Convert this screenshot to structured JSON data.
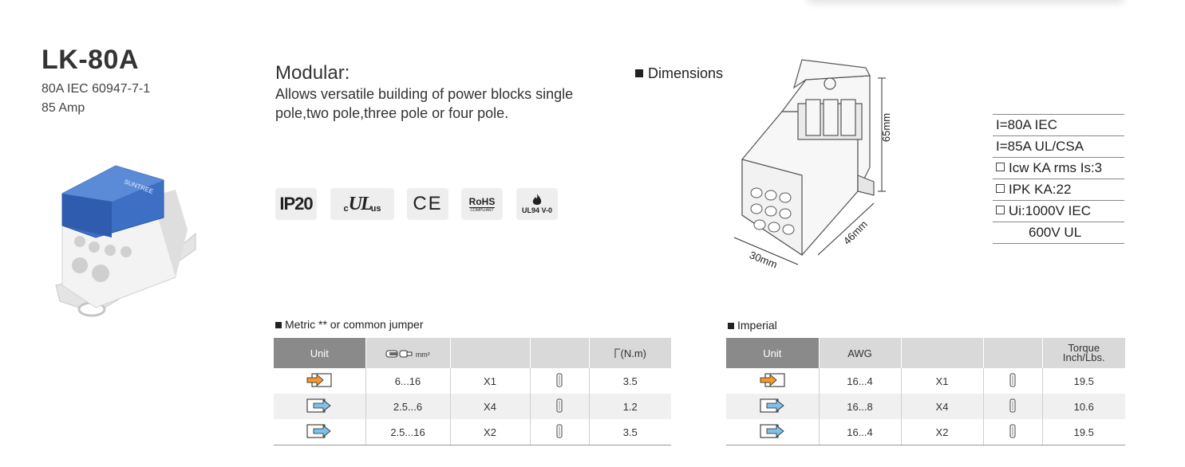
{
  "product": {
    "model": "LK-80A",
    "rating_line": "80A IEC 60947-7-1",
    "amp_line": "85 Amp"
  },
  "modular": {
    "heading": "Modular:",
    "body": "Allows versatile building of power blocks single pole,two pole,three pole or four pole."
  },
  "certifications": [
    {
      "icon": "ip20-badge",
      "label": "IP20"
    },
    {
      "icon": "ul-listed-badge",
      "label": "c UL us"
    },
    {
      "icon": "ce-mark-badge",
      "label": "CE"
    },
    {
      "icon": "rohs-badge",
      "label": "RoHS",
      "sub": "COMPLIANT"
    },
    {
      "icon": "flame-ul94-badge",
      "label": "UL94 V-0"
    }
  ],
  "dimensions": {
    "label": "Dimensions",
    "height": "65mm",
    "depth": "46mm",
    "width": "30mm"
  },
  "specs": [
    {
      "checkbox": false,
      "text": "I=80A IEC"
    },
    {
      "checkbox": false,
      "text": "I=85A UL/CSA"
    },
    {
      "checkbox": true,
      "text": "Icw KA rms Is:3"
    },
    {
      "checkbox": true,
      "text": "IPK KA:22"
    },
    {
      "checkbox": true,
      "text": "Ui:1000V IEC"
    },
    {
      "checkbox": false,
      "text": "600V UL"
    }
  ],
  "metric": {
    "label": "Metric ** or common jumper",
    "headers": {
      "unit": "Unit",
      "size_unit": "mm²",
      "torque": "(N.m)"
    },
    "rows": [
      {
        "connector": "input-arrow-orange",
        "range": "6...16",
        "qty": "X1",
        "torque": "3.5"
      },
      {
        "connector": "output-arrow-blue",
        "range": "2.5...6",
        "qty": "X4",
        "torque": "1.2"
      },
      {
        "connector": "output-arrow-blue",
        "range": "2.5...16",
        "qty": "X2",
        "torque": "3.5"
      }
    ]
  },
  "imperial": {
    "label": "Imperial",
    "headers": {
      "unit": "Unit",
      "awg": "AWG",
      "torque_line1": "Torque",
      "torque_line2": "Inch/Lbs."
    },
    "rows": [
      {
        "connector": "input-arrow-orange",
        "range": "16...4",
        "qty": "X1",
        "torque": "19.5"
      },
      {
        "connector": "output-arrow-blue",
        "range": "16...8",
        "qty": "X4",
        "torque": "10.6"
      },
      {
        "connector": "output-arrow-blue",
        "range": "16...4",
        "qty": "X2",
        "torque": "19.5"
      }
    ]
  },
  "colors": {
    "header_dark": "#8a8a8a",
    "header_light": "#d9d9d9",
    "cover_blue": "#3d6fc4",
    "arrow_orange": "#f39a2b",
    "arrow_blue": "#7fc1ea"
  }
}
